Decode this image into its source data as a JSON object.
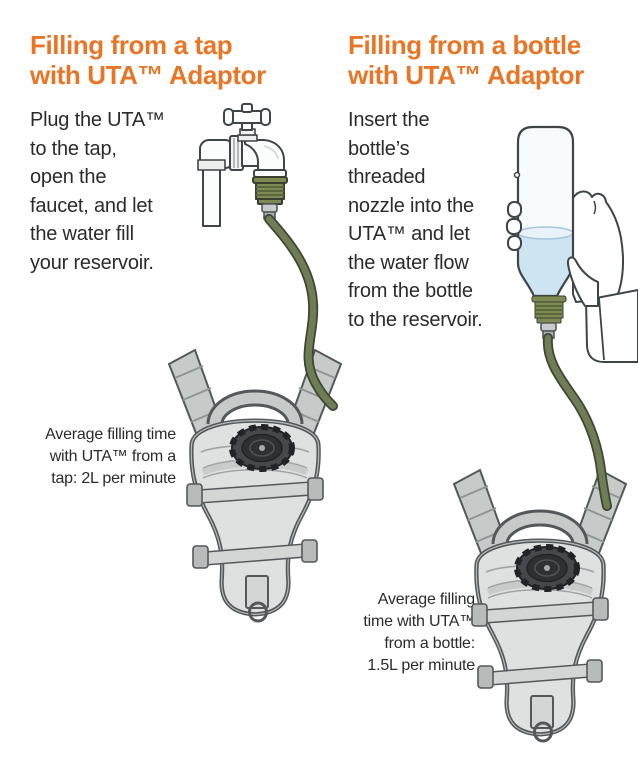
{
  "colors": {
    "accent_orange": "#E87626",
    "text_dark": "#2B2B2B",
    "tube_olive": "#6F7D52",
    "adaptor_green": "#7D8A52",
    "pack_gray": "#DFE1E0",
    "water_blue": "#CDE4F2"
  },
  "left_section": {
    "heading": "Filling from a tap\nwith UTA™ Adaptor",
    "instructions": "Plug the UTA™\nto the tap,\nopen the\nfaucet, and let\nthe water fill\nyour reservoir.",
    "caption": "Average filling time\nwith UTA™ from a\ntap: 2L per minute"
  },
  "right_section": {
    "heading": "Filling from a bottle\nwith UTA™ Adaptor",
    "instructions": "Insert the\nbottle’s\nthreaded\nnozzle into the\nUTA™ and let\nthe water flow\nfrom the bottle\nto the reservoir.",
    "caption": "Average filling\ntime with UTA™\nfrom a bottle:\n1.5L per minute"
  }
}
